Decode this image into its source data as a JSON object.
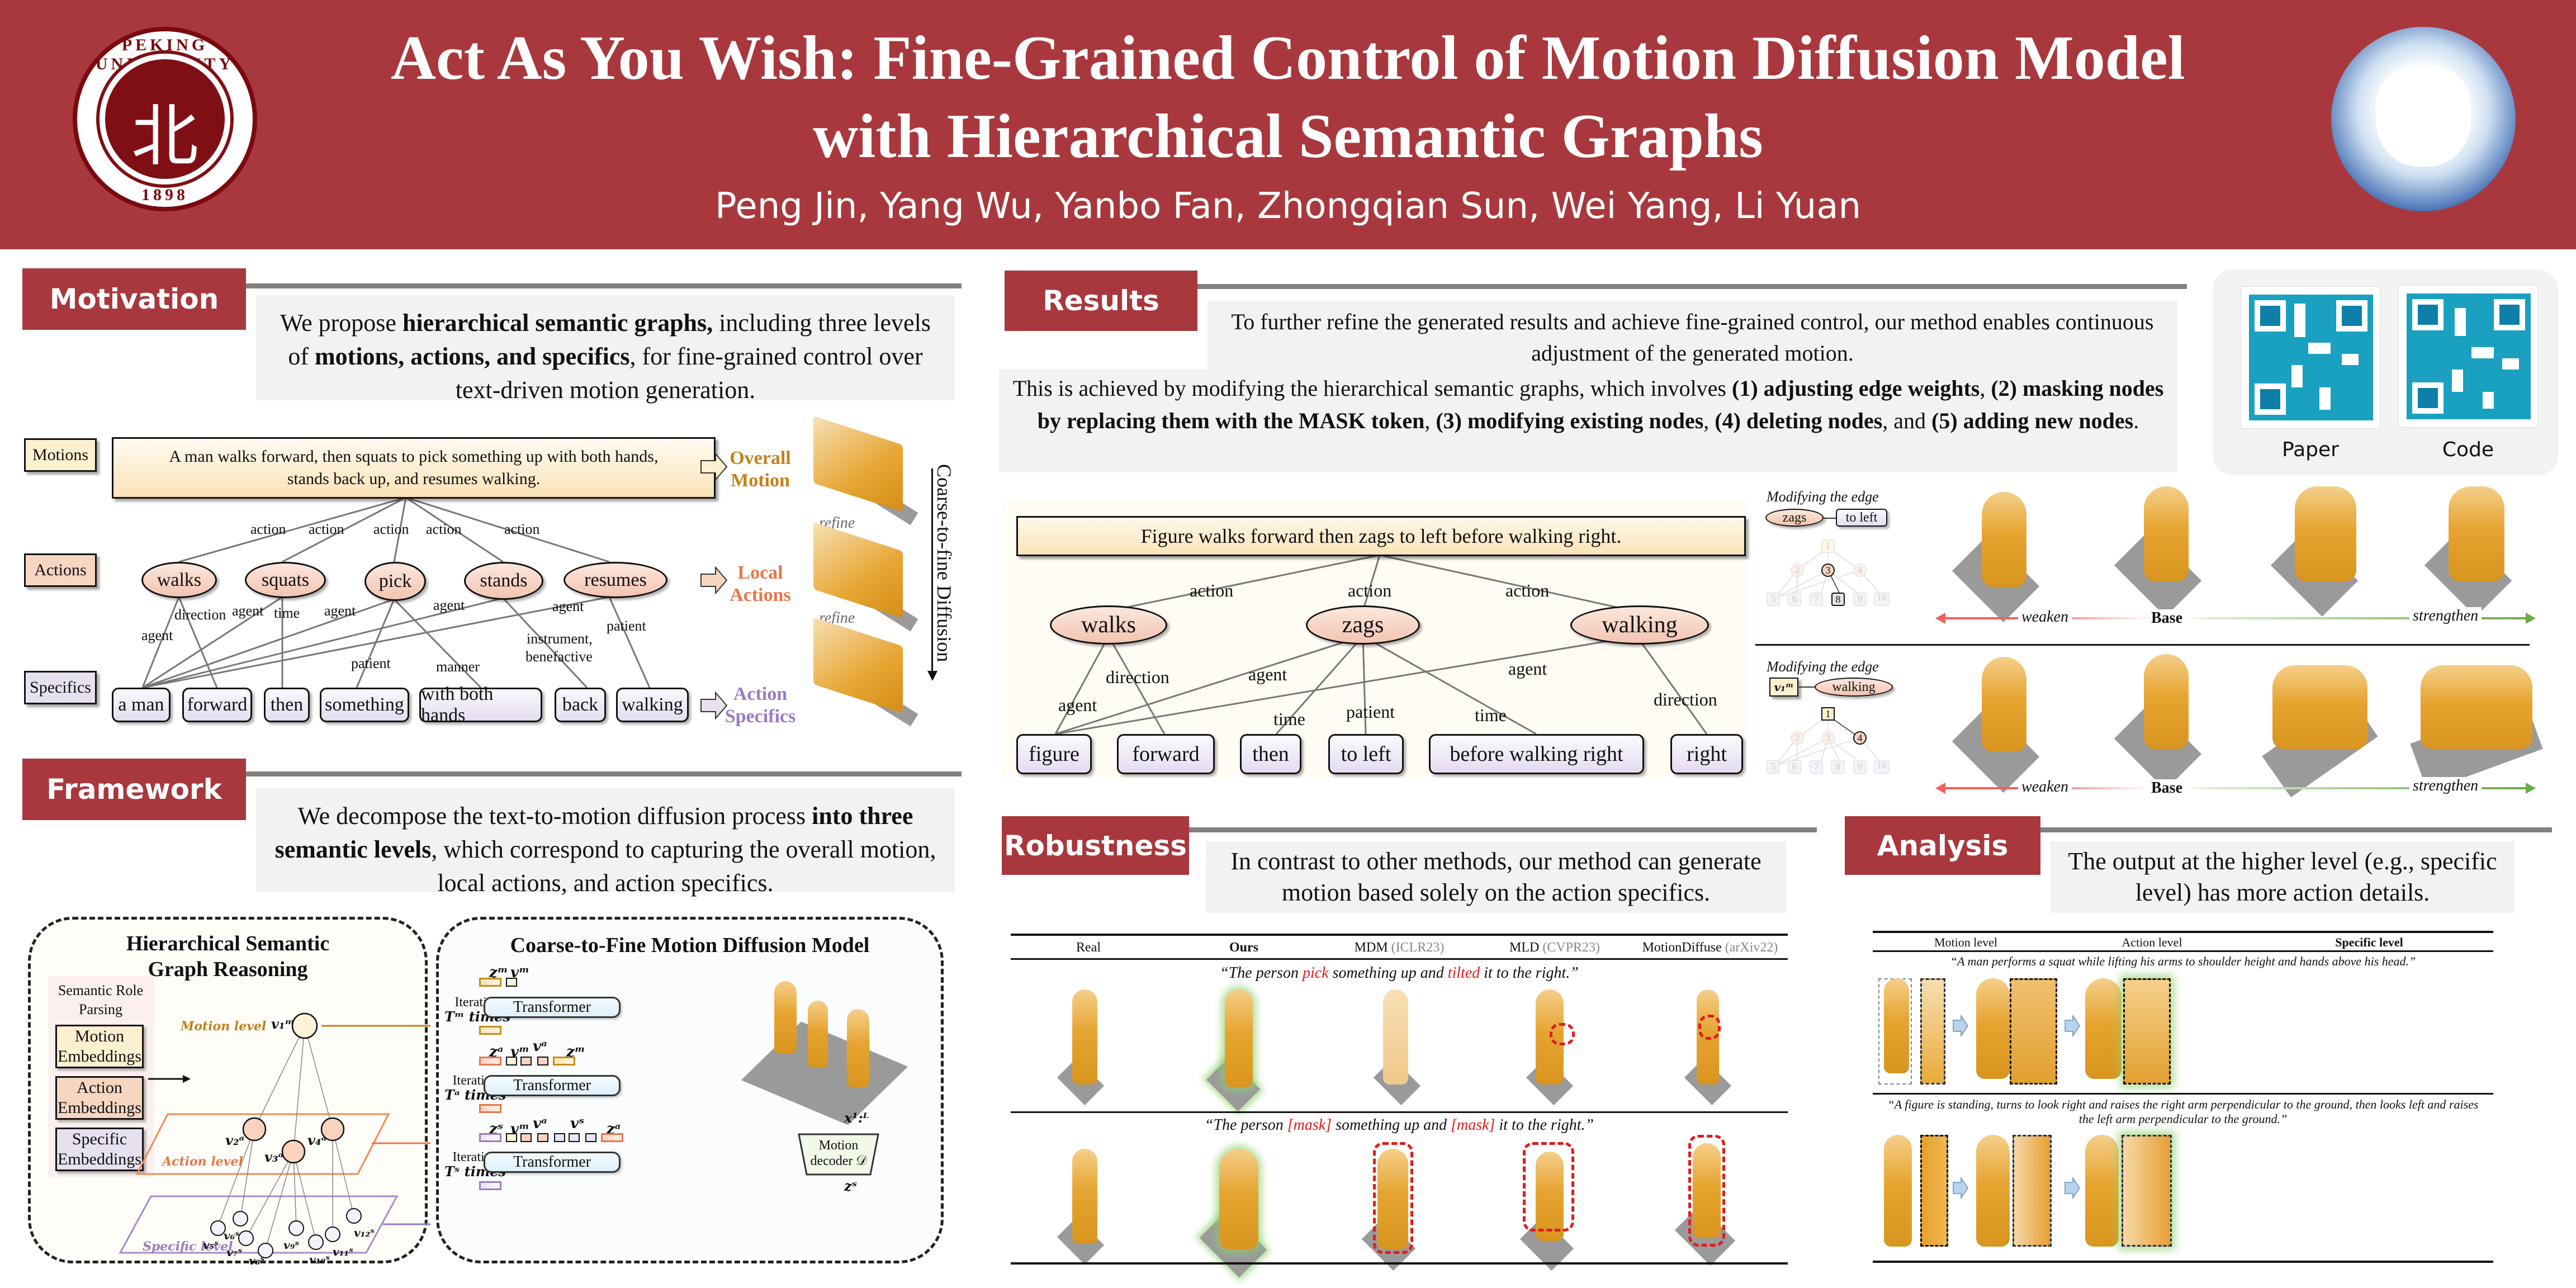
{
  "header": {
    "title_line1": "Act As You Wish: Fine-Grained Control of Motion Diffusion Model",
    "title_line2": "with Hierarchical Semantic Graphs",
    "authors": "Peng Jin, Yang Wu, Yanbo Fan, Zhongqian Sun, Wei Yang, Li Yuan",
    "left_logo": {
      "name": "Peking University seal",
      "ring_text": "PEKING UNIVERSITY",
      "year": "1898",
      "glyph": "北"
    },
    "right_logo": {
      "name": "institution-logo"
    }
  },
  "colors": {
    "brand": "#a8383d",
    "section_bar": "#808080",
    "lead_bg": "#f2f2f2",
    "motion": "#c28218",
    "action": "#e5774a",
    "specific": "#9a7cc0",
    "red_highlight": "#e21b1b",
    "strengthen": "#6aab4a",
    "weaken": "#f06060"
  },
  "motivation": {
    "heading": "Motivation",
    "lead_parts": [
      {
        "t": "We propose ",
        "b": false
      },
      {
        "t": "hierarchical semantic graphs,",
        "b": true
      },
      {
        "t": " including three levels of ",
        "b": false
      },
      {
        "t": "motions, actions, and specifics",
        "b": true
      },
      {
        "t": ", for fine-grained control over text-driven motion generation.",
        "b": false
      }
    ],
    "levels": [
      "Motions",
      "Actions",
      "Specifics"
    ],
    "sentence_line1": "A man walks forward, then squats to pick something up with both hands,",
    "sentence_line2": "stands back up, and resumes walking.",
    "actions": [
      "walks",
      "squats",
      "pick",
      "stands",
      "resumes"
    ],
    "specifics": [
      "a man",
      "forward",
      "then",
      "something",
      "with both hands",
      "back",
      "walking"
    ],
    "action_edge_label": "action",
    "edge_labels": [
      "agent",
      "direction",
      "agent",
      "time",
      "agent",
      "agent",
      "agent",
      "patient",
      "manner",
      "instrument,",
      "benefactive",
      "patient"
    ],
    "outcomes": [
      {
        "line1": "Overall",
        "line2": "Motion"
      },
      {
        "line1": "Local",
        "line2": "Actions"
      },
      {
        "line1": "Action",
        "line2": "Specifics"
      }
    ],
    "refine_label": "refine",
    "side_label": "Coarse-to-fine Diffusion"
  },
  "framework": {
    "heading": "Framework",
    "lead_parts": [
      {
        "t": "We decompose the text-to-motion diffusion process ",
        "b": false
      },
      {
        "t": "into three semantic levels",
        "b": true
      },
      {
        "t": ", which correspond to capturing the overall motion, local actions, and action specifics.",
        "b": false
      }
    ],
    "left_panel": {
      "title_line1": "Hierarchical Semantic",
      "title_line2": "Graph Reasoning",
      "srp_line1": "Semantic Role",
      "srp_line2": "Parsing",
      "embeddings": [
        {
          "line1": "Motion",
          "line2": "Embeddings"
        },
        {
          "line1": "Action",
          "line2": "Embeddings"
        },
        {
          "line1": "Specific",
          "line2": "Embeddings"
        }
      ],
      "level_labels": [
        "Motion level",
        "Action level",
        "Specific level"
      ],
      "nodes": [
        "v₁ᵐ",
        "v₂ᵃ",
        "v₃ᵃ",
        "v₄ᵃ",
        "v₅ˢ",
        "v₆ˢ",
        "v₇ˢ",
        "v₈ˢ",
        "v₉ˢ",
        "v₁₀ˢ",
        "v₁₁ˢ",
        "v₁₂ˢ"
      ]
    },
    "right_panel": {
      "title": "Coarse-to-Fine Motion Diffusion Model",
      "stages": [
        {
          "iter_line1": "Iteration",
          "iter_line2": "Tᵐ times",
          "tokens": [
            "zᵐ",
            "vᵐ"
          ],
          "block": "Transformer"
        },
        {
          "iter_line1": "Iteration",
          "iter_line2": "Tᵃ times",
          "tokens": [
            "zᵃ",
            "vᵐ",
            "vᵃ",
            "zᵐ"
          ],
          "block": "Transformer"
        },
        {
          "iter_line1": "Iteration",
          "iter_line2": "Tˢ times",
          "tokens": [
            "zˢ",
            "vᵐ",
            "vᵃ",
            "vˢ",
            "zᵃ"
          ],
          "block": "Transformer"
        }
      ],
      "ellipsis": "···",
      "decoder_line1": "Motion",
      "decoder_line2": "decoder 𝒟",
      "output_label": "x¹:ᴸ",
      "input_label": "zˢ"
    }
  },
  "results": {
    "heading": "Results",
    "lead1": "To further refine the generated results and achieve fine-grained control, our method enables continuous adjustment of the generated motion.",
    "lead2_parts": [
      {
        "t": "This is achieved by modifying the hierarchical semantic graphs, which involves ",
        "b": false
      },
      {
        "t": "(1) adjusting edge weights",
        "b": true
      },
      {
        "t": ", ",
        "b": false
      },
      {
        "t": "(2) masking nodes by replacing them with the MASK token",
        "b": true
      },
      {
        "t": ", ",
        "b": false
      },
      {
        "t": "(3) modifying existing nodes",
        "b": true
      },
      {
        "t": ", ",
        "b": false
      },
      {
        "t": "(4) deleting nodes",
        "b": true
      },
      {
        "t": ", and ",
        "b": false
      },
      {
        "t": "(5) adding new nodes",
        "b": true
      },
      {
        "t": ".",
        "b": false
      }
    ],
    "qr": [
      {
        "label": "Paper"
      },
      {
        "label": "Code"
      }
    ],
    "graph": {
      "sentence": "Figure walks forward then zags to left before walking right.",
      "actions": [
        "walks",
        "zags",
        "walking"
      ],
      "specifics": [
        "figure",
        "forward",
        "then",
        "to left",
        "before walking right",
        "right"
      ],
      "action_edge_label": "action",
      "edge_labels": [
        "agent",
        "direction",
        "agent",
        "time",
        "patient",
        "time",
        "agent",
        "direction"
      ]
    },
    "edge_rows": [
      {
        "caption": "Modifying the edge",
        "from": "zags",
        "to": "to left",
        "mini_nodes": [
          "1",
          "2",
          "3",
          "4",
          "5",
          "6",
          "7",
          "8",
          "9",
          "10"
        ],
        "highlight": [
          "3",
          "8"
        ]
      },
      {
        "caption": "Modifying the edge",
        "from": "v₁ᵐ",
        "to": "walking",
        "mini_nodes": [
          "1",
          "2",
          "3",
          "4",
          "5",
          "6",
          "7",
          "8",
          "9",
          "10"
        ],
        "highlight": [
          "1",
          "4"
        ]
      }
    ],
    "scale": {
      "weaken": "weaken",
      "base": "Base",
      "strengthen": "strengthen"
    }
  },
  "robustness": {
    "heading": "Robustness",
    "lead": "In contrast to other methods, our method can generate motion based solely on the action specifics.",
    "columns": [
      {
        "name": "Real",
        "venue": ""
      },
      {
        "name": "Ours",
        "venue": ""
      },
      {
        "name": "MDM",
        "venue": "(ICLR23)"
      },
      {
        "name": "MLD",
        "venue": "(CVPR23)"
      },
      {
        "name": "MotionDiffuse",
        "venue": "(arXiv22)"
      }
    ],
    "prompt1_parts": [
      {
        "t": "“The person ",
        "red": false
      },
      {
        "t": "pick",
        "red": true
      },
      {
        "t": " something up and ",
        "red": false
      },
      {
        "t": "tilted",
        "red": true
      },
      {
        "t": " it to the right.”",
        "red": false
      }
    ],
    "prompt2_parts": [
      {
        "t": "“The person ",
        "red": false
      },
      {
        "t": "[mask]",
        "red": true
      },
      {
        "t": " something up and ",
        "red": false
      },
      {
        "t": "[mask]",
        "red": true
      },
      {
        "t": " it to the right.”",
        "red": false
      }
    ]
  },
  "analysis": {
    "heading": "Analysis",
    "lead": "The output at the higher level (e.g., specific level) has more action details.",
    "columns": [
      "Motion level",
      "Action level",
      "Specific level"
    ],
    "prompt1": "“A man performs a squat while lifting his arms to shoulder height and hands above his head.”",
    "prompt2_line1": "“A figure is standing, turns to look right and raises the right arm perpendicular to the ground, then looks left and raises",
    "prompt2_line2": "the left arm perpendicular to the ground.”"
  }
}
